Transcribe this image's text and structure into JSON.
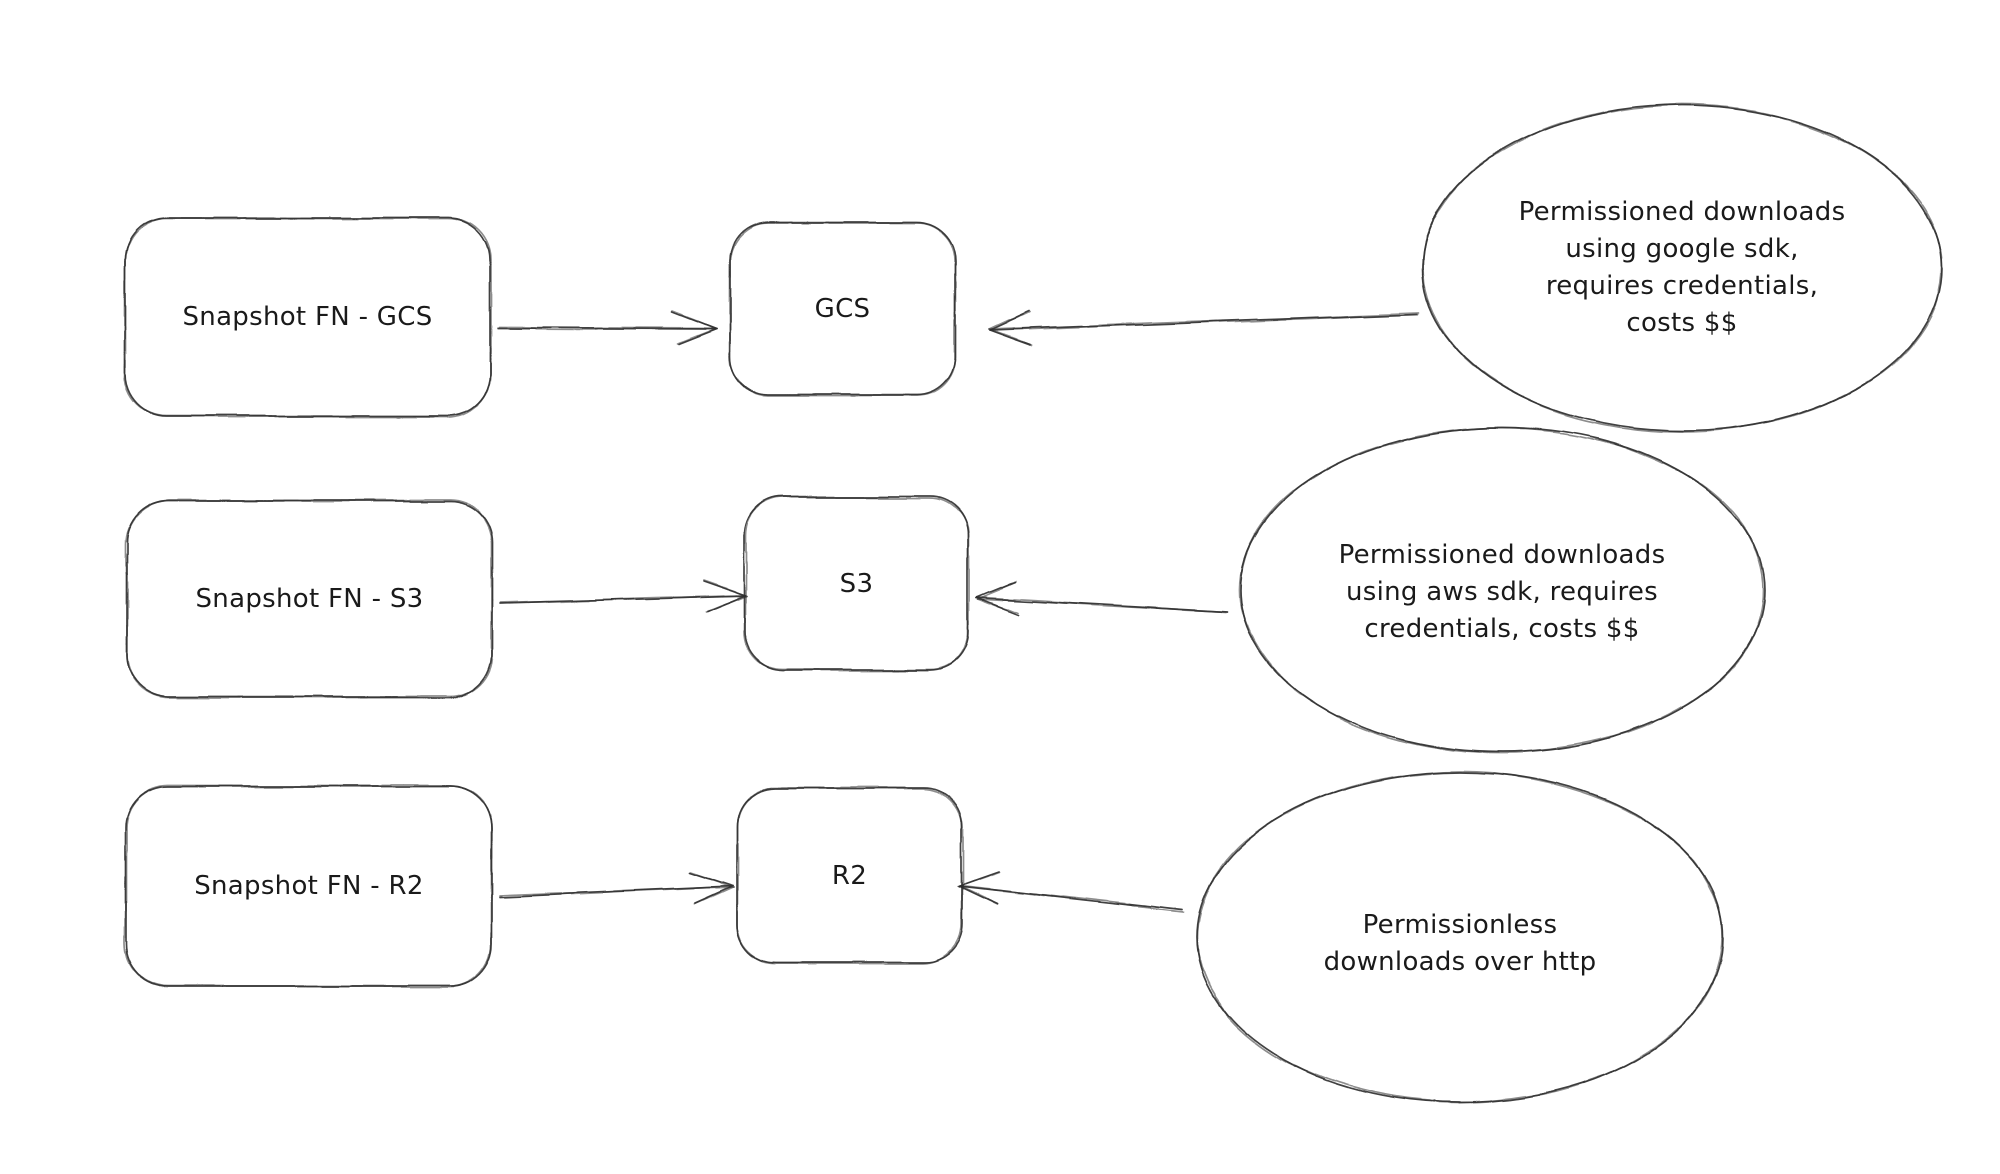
{
  "diagram": {
    "type": "flowchart",
    "colors": {
      "background": "#ffffff",
      "stroke": "#2d2d2d",
      "text": "#1a1a1a"
    },
    "rows": [
      {
        "source_label": "Snapshot FN - GCS",
        "target_label": "GCS",
        "note_text": "Permissioned downloads using google sdk, requires credentials, costs $$",
        "note_lines": {
          "l1": "Permissioned downloads",
          "l2": "using google sdk,",
          "l3": "requires credentials,",
          "l4": "costs $$"
        }
      },
      {
        "source_label": "Snapshot FN - S3",
        "target_label": "S3",
        "note_text": "Permissioned downloads using aws sdk, requires credentials, costs $$",
        "note_lines": {
          "l1": "Permissioned downloads",
          "l2": "using aws sdk, requires",
          "l3": "credentials, costs $$"
        }
      },
      {
        "source_label": "Snapshot FN - R2",
        "target_label": "R2",
        "note_text": "Permissionless downloads over http",
        "note_lines": {
          "l1": "Permissionless",
          "l2": "downloads over http"
        }
      }
    ],
    "edges": [
      {
        "from": "Snapshot FN - GCS",
        "to": "GCS"
      },
      {
        "from": "Permissioned downloads using google sdk, requires credentials, costs $$",
        "to": "GCS"
      },
      {
        "from": "Snapshot FN - S3",
        "to": "S3"
      },
      {
        "from": "Permissioned downloads using aws sdk, requires credentials, costs $$",
        "to": "S3"
      },
      {
        "from": "Snapshot FN - R2",
        "to": "R2"
      },
      {
        "from": "Permissionless downloads over http",
        "to": "R2"
      }
    ]
  }
}
